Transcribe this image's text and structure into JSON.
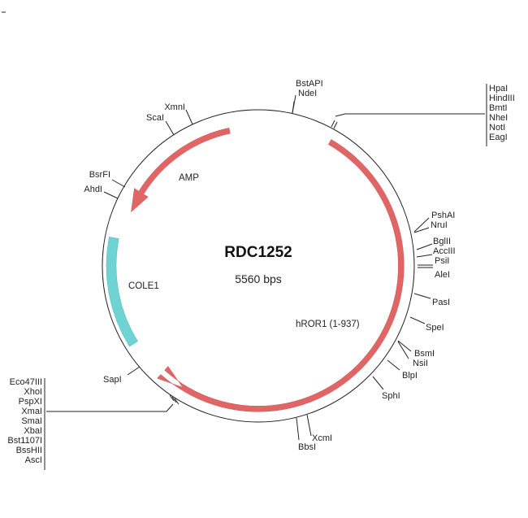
{
  "plasmid": {
    "name": "RDC1252",
    "size": "5560 bps"
  },
  "features": {
    "amp": "AMP",
    "cole1": "COLE1",
    "hror1": "hROR1 (1-937)"
  },
  "sites": {
    "bstapi": "BstAPI",
    "ndei": "NdeI",
    "mcs_top": [
      "HpaI",
      "HindIII",
      "BmtI",
      "NheI",
      "NotI",
      "EagI"
    ],
    "pshai": "PshAI",
    "nrui": "NruI",
    "bglii": "BglII",
    "acciii": "AccIII",
    "psii": "PsiI",
    "alei": "AleI",
    "pasi": "PasI",
    "spei": "SpeI",
    "bsmi": "BsmI",
    "nsii": "NsiI",
    "blpi": "BlpI",
    "sphi": "SphI",
    "xcmi": "XcmI",
    "bbsi": "BbsI",
    "sapi": "SapI",
    "mcs_bottom": [
      "Eco47III",
      "XhoI",
      "PspXI",
      "XmaI",
      "SmaI",
      "XbaI",
      "Bst1107I",
      "BssHII",
      "AscI"
    ],
    "bsrfi": "BsrFI",
    "ahdi": "AhdI",
    "scai": "ScaI",
    "xmni": "XmnI"
  },
  "colors": {
    "backbone": "#222222",
    "gene": "#e06666",
    "ori": "#6fd3d3"
  }
}
